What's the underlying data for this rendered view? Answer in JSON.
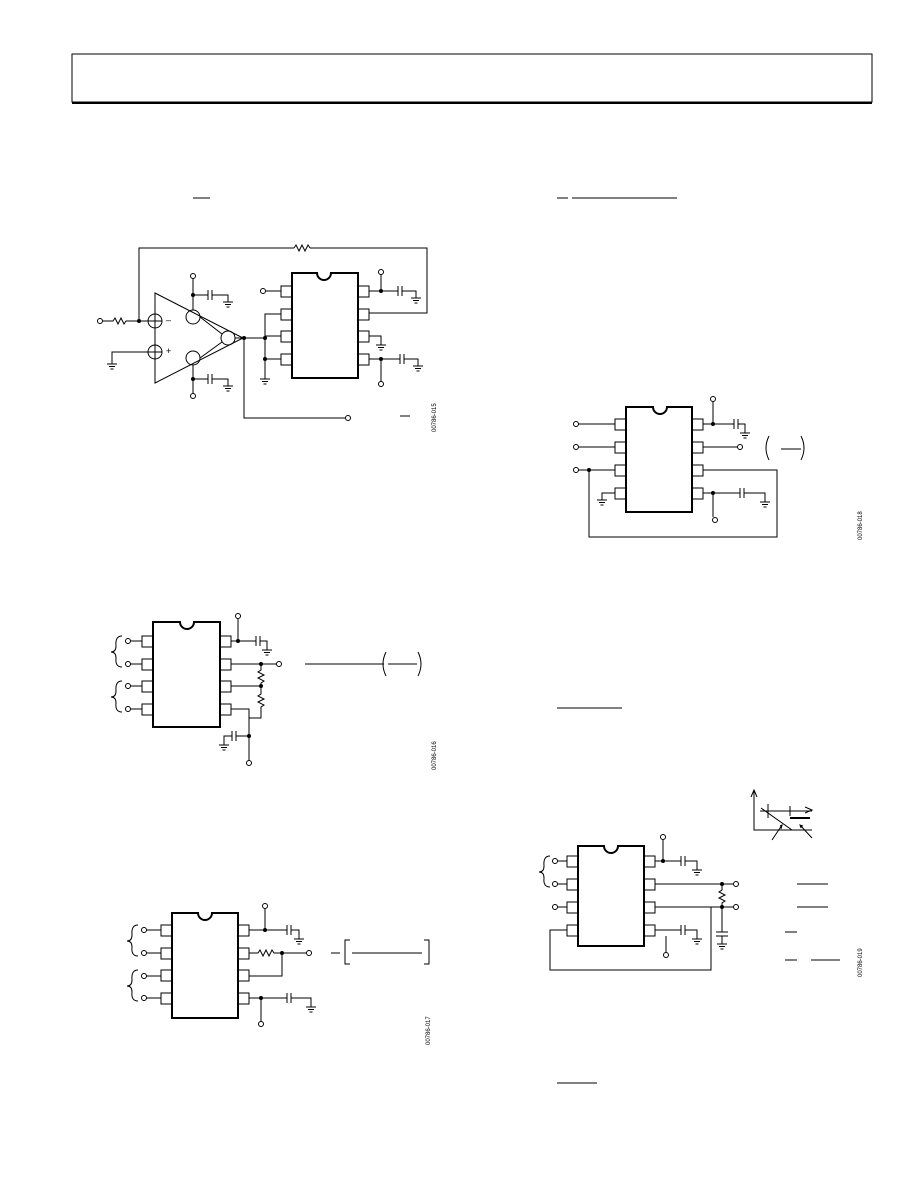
{
  "page": {
    "header_text": ""
  },
  "figures": [
    {
      "id": "fig-15",
      "code": "00786-015"
    },
    {
      "id": "fig-16",
      "code": "00786-016"
    },
    {
      "id": "fig-17",
      "code": "00786-017"
    },
    {
      "id": "fig-18",
      "code": "00786-018"
    },
    {
      "id": "fig-19",
      "code": "00786-019"
    }
  ],
  "colors": {
    "ink": "#000000",
    "paper": "#ffffff"
  }
}
